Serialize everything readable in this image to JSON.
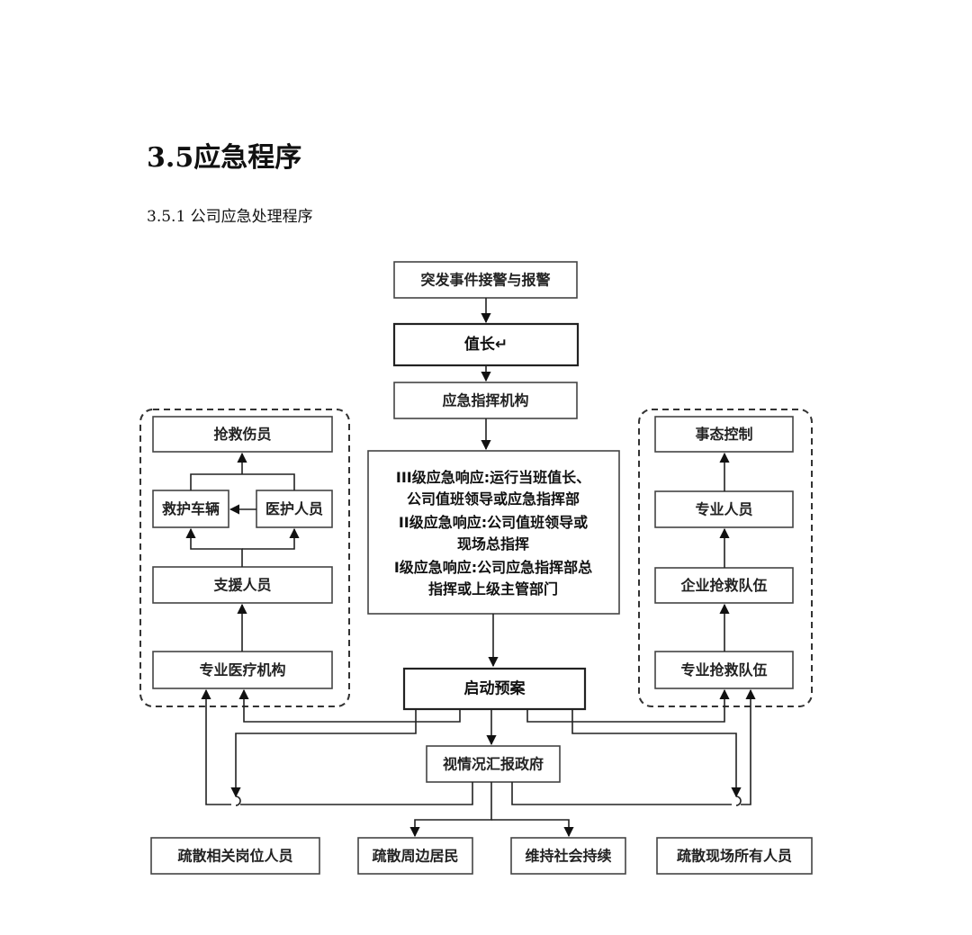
{
  "section_title": "3.5应急程序",
  "subsection_title": "3.5.1  公司应急处理程序",
  "nodes": {
    "alarm": "突发事件接警与报警",
    "duty_chief": "值长↵",
    "command": "应急指挥机构",
    "response_lines": [
      "III级应急响应:运行当班值长、",
      "公司值班领导或应急指挥部",
      "II级应急响应:公司值班领导或",
      "现场总指挥",
      "I级应急响应:公司应急指挥部总",
      "指挥或上级主管部门"
    ],
    "start_plan": "启动预案",
    "report_gov": "视情况汇报政府",
    "rescue_injured": "抢救伤员",
    "ambulance": "救护车辆",
    "medical_staff": "医护人员",
    "support_staff": "支援人员",
    "medical_institution": "专业医疗机构",
    "situation_control": "事态控制",
    "professionals": "专业人员",
    "company_rescue_team": "企业抢救队伍",
    "professional_rescue_team": "专业抢救队伍",
    "evacuate_staff": "疏散相关岗位人员",
    "evacuate_residents": "疏散周边居民",
    "maintain_order": "维持社会持续",
    "evacuate_all": "疏散现场所有人员"
  }
}
